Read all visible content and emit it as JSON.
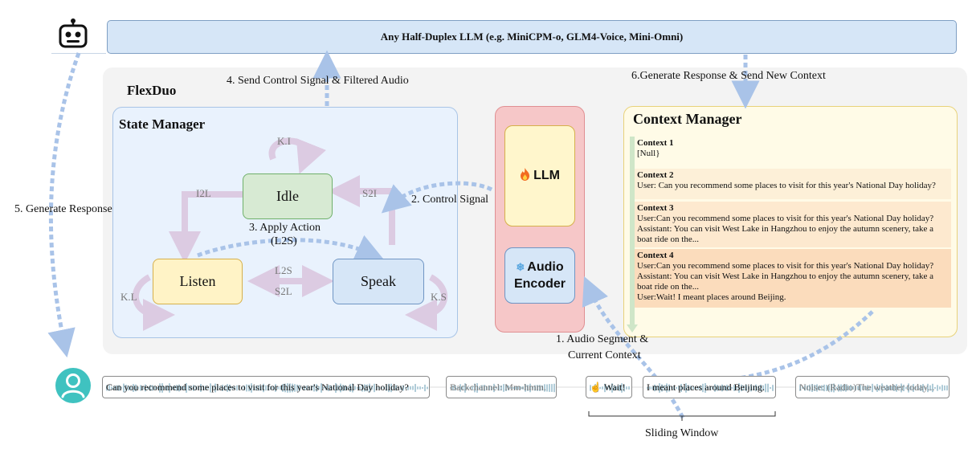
{
  "top_bar": {
    "label": "Any Half-Duplex LLM (e.g. MiniCPM-o, GLM4-Voice, Mini-Omni)"
  },
  "flexduo": {
    "title": "FlexDuo"
  },
  "state_manager": {
    "title": "State Manager",
    "states": {
      "idle": "Idle",
      "listen": "Listen",
      "speak": "Speak"
    },
    "transitions": {
      "ki": "K.I",
      "i2l": "I2L",
      "s2i": "S2I",
      "kl": "K.L",
      "ks": "K.S",
      "l2s": "L2S",
      "s2l": "S2L"
    },
    "apply_action": "3. Apply Action",
    "apply_action_sub": "(L2S)"
  },
  "llm_block": {
    "llm_label": "LLM",
    "encoder_line1": "Audio",
    "encoder_line2": "Encoder"
  },
  "context_manager": {
    "title": "Context Manager",
    "contexts": [
      {
        "header": "Context 1",
        "lines": [
          "[Null}"
        ]
      },
      {
        "header": "Context 2",
        "lines": [
          "User: Can you recommend some places to visit for this year's National Day holiday?"
        ]
      },
      {
        "header": "Context 3",
        "lines": [
          "User:Can you recommend some places to visit for this year's National Day holiday?",
          "Assistant: You can visit West Lake in Hangzhou to enjoy the autumn scenery, take a boat ride on the..."
        ]
      },
      {
        "header": "Context 4",
        "lines": [
          "User:Can you recommend some places to visit for this year's National Day holiday?",
          "Assistant: You can visit West Lake in Hangzhou to enjoy the autumn scenery, take a boat ride on the...",
          "User:Wait! I meant places around Beijing."
        ]
      }
    ]
  },
  "labels": {
    "send_control": "4. Send Control Signal & Filtered Audio",
    "generate_send": "6.Generate Response & Send New Context",
    "generate_response": "5. Generate Response",
    "control_signal": "2. Control Signal",
    "audio_segment_1": "1. Audio Segment &",
    "audio_segment_2": "Current Context",
    "sliding_window": "Sliding Window"
  },
  "timeline": {
    "utterances": [
      {
        "text": "Can you recommend some places to visit for this year's National Day holiday?"
      },
      {
        "text": "Backchannel: Mm-hmm."
      },
      {
        "text": "Wait!"
      },
      {
        "text": "I meant places around Beijing."
      },
      {
        "text": "Noise: (Radio)The weather today..."
      }
    ]
  },
  "icons": {
    "bot": "robot-icon",
    "user": "user-avatar-icon",
    "fire": "fire-icon",
    "snow": "snowflake-icon",
    "hand": "pointing-hand-icon"
  },
  "colors": {
    "arrow": "#a9c3e8",
    "state_arrow": "#dccbe2",
    "wave": "#6fa3b8",
    "user_icon": "#3fc2c0"
  }
}
